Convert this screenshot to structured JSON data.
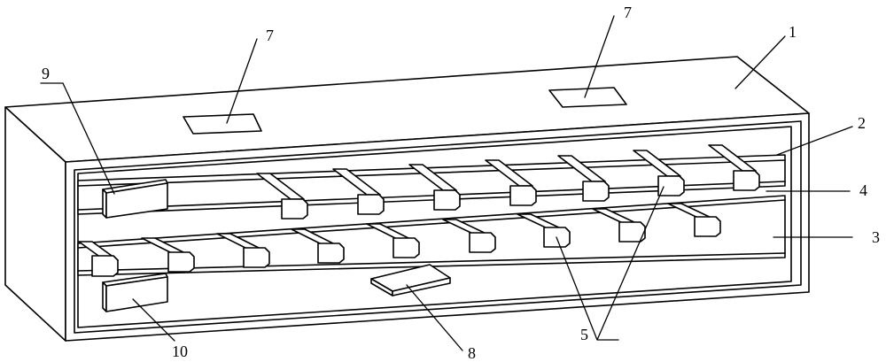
{
  "figure": {
    "labels": {
      "l1": "1",
      "l2": "2",
      "l3": "3",
      "l4": "4",
      "l5": "5",
      "l7a": "7",
      "l7b": "7",
      "l8": "8",
      "l9": "9",
      "l10": "10"
    }
  }
}
